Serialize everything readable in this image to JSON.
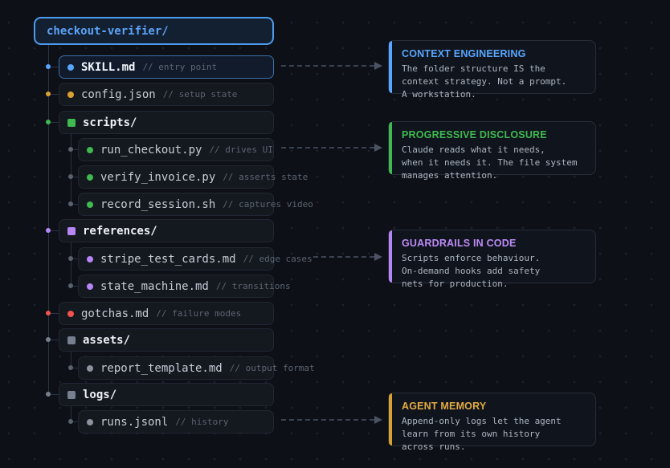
{
  "colors": {
    "background": "#0d1016",
    "accent_blue": "#58a6ff",
    "accent_gold": "#d9a032",
    "accent_green": "#3fb950",
    "accent_purple": "#b686f6",
    "accent_red": "#f1534d",
    "accent_gray": "#8b949e"
  },
  "header": {
    "label": "checkout-verifier/"
  },
  "tree": {
    "items": [
      {
        "name": "SKILL.md",
        "comment": "// entry point"
      },
      {
        "name": "config.json",
        "comment": "// setup state"
      },
      {
        "name": "scripts/"
      },
      {
        "name": "run_checkout.py",
        "comment": "// drives UI"
      },
      {
        "name": "verify_invoice.py",
        "comment": "// asserts state"
      },
      {
        "name": "record_session.sh",
        "comment": "// captures video"
      },
      {
        "name": "references/"
      },
      {
        "name": "stripe_test_cards.md",
        "comment": "// edge cases"
      },
      {
        "name": "state_machine.md",
        "comment": "// transitions"
      },
      {
        "name": "gotchas.md",
        "comment": "// failure modes"
      },
      {
        "name": "assets/"
      },
      {
        "name": "report_template.md",
        "comment": "// output format"
      },
      {
        "name": "logs/"
      },
      {
        "name": "runs.jsonl",
        "comment": "// history"
      }
    ]
  },
  "callouts": [
    {
      "title": "CONTEXT ENGINEERING",
      "body": "The folder structure IS the\ncontext strategy. Not a prompt.\nA workstation."
    },
    {
      "title": "PROGRESSIVE DISCLOSURE",
      "body": "Claude reads what it needs,\nwhen it needs it. The file system\nmanages attention."
    },
    {
      "title": "GUARDRAILS IN CODE",
      "body": "Scripts enforce behaviour.\nOn-demand hooks add safety\nnets for production."
    },
    {
      "title": "AGENT MEMORY",
      "body": "Append-only logs let the agent\nlearn from its own history\nacross runs."
    }
  ]
}
